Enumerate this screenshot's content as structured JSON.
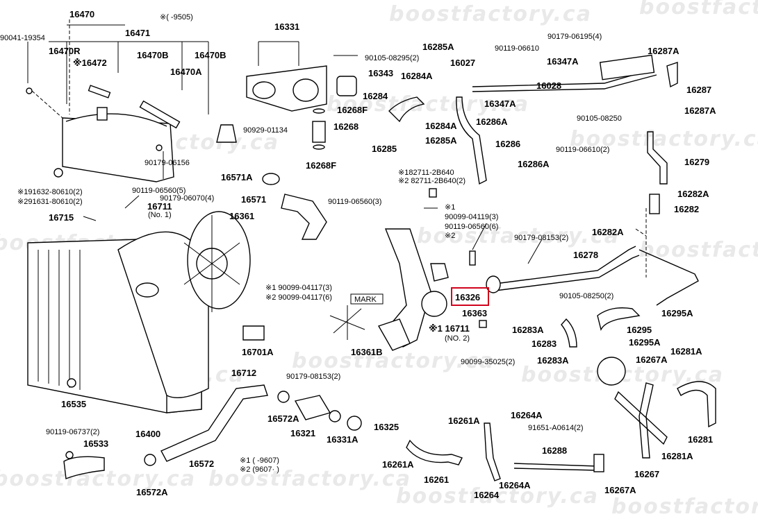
{
  "watermark": "boostfactory.ca",
  "highlight_color": "#d0021b",
  "highlighted_part": "16326",
  "labels": {
    "l16470": "16470",
    "l90041": "90041-19354",
    "l16471": "16471",
    "l16470R": "16470R",
    "l16472": "※16472",
    "l16470B_1": "16470B",
    "l16470B_2": "16470B",
    "l16470A": "16470A",
    "lNote9505": "※(   -9505)",
    "l90179_06156": "90179-06156",
    "lNote1_91632": "※191632-80610(2)",
    "lNote2_91631": "※291631-80610(2)",
    "l16715": "16715",
    "l16331": "16331",
    "l90105_08295": "90105-08295(2)",
    "l16343": "16343",
    "l16268F_top": "16268F",
    "l16268": "16268",
    "l16268F_bot": "16268F",
    "l90929": "90929-01134",
    "l16571A": "16571A",
    "l16571": "16571",
    "l90119_06560_5": "90119-06560(5)",
    "l90179_06070": "90179-06070(4)",
    "l16711": "16711",
    "lNo1": "(No. 1)",
    "l16361": "16361",
    "l90119_06560_3": "90119-06560(3)",
    "l16285A_top": "16285A",
    "l16284A_top": "16284A",
    "l16027": "16027",
    "l16284": "16284",
    "l16347A_mid": "16347A",
    "l16284A_bot": "16284A",
    "l16285A_bot": "16285A",
    "l16285": "16285",
    "l16286A_top": "16286A",
    "l16286": "16286",
    "l16286A_bot": "16286A",
    "l90119_06610_top": "90119-06610",
    "l90179_06195": "90179-06195(4)",
    "l16347A_top": "16347A",
    "l16028": "16028",
    "l16287A_top": "16287A",
    "l16287": "16287",
    "l16287A_bot": "16287A",
    "l90105_08250_top": "90105-08250",
    "l90119_06610_2": "90119-06610(2)",
    "l16279": "16279",
    "l16282A_top": "16282A",
    "l16282": "16282",
    "l16282A_bot": "16282A",
    "lNote1_82711": "※182711-2B640",
    "lNote2_82711": "※2 82711-2B640(2)",
    "lNote1_sub": "※1",
    "l90099_04119": "90099-04119(3)",
    "l90119_06560_6": "90119-06560(6)",
    "lNote2_sub": "※2",
    "l90179_08153_top": "90179-08153(2)",
    "l16278": "16278",
    "l90105_08250_2": "90105-08250(2)",
    "l16326": "16326",
    "l16363": "16363",
    "lNote1_04117": "※1 90099-04117(3)",
    "lNote2_04117": "※2 90099-04117(6)",
    "lMark": "MARK",
    "l16711_no2a": "※1 16711",
    "l16711_no2b": "(NO. 2)",
    "l16361B": "16361B",
    "l90099_35025": "90099-35025(2)",
    "l16283A_top": "16283A",
    "l16295": "16295",
    "l16295A_top": "16295A",
    "l16283": "16283",
    "l16295A_bot": "16295A",
    "l16283A_bot": "16283A",
    "l16267A_top": "16267A",
    "l16281A_top": "16281A",
    "l16701A": "16701A",
    "l16712": "16712",
    "l16535": "16535",
    "l16400": "16400",
    "l90119_06737": "90119-06737(2)",
    "l16533": "16533",
    "l90179_08153_bot": "90179-08153(2)",
    "l16572A_mid": "16572A",
    "l16321": "16321",
    "l16331A": "16331A",
    "l16325": "16325",
    "l16572": "16572",
    "l16572A_bot": "16572A",
    "lNote1_9607": "※1 (       -9607)",
    "lNote2_9607": "※2 (9607·       )",
    "l16261A_top": "16261A",
    "l16264A_top": "16264A",
    "l91651": "91651-A0614(2)",
    "l16261A_bot": "16261A",
    "l16261": "16261",
    "l16288": "16288",
    "l16264": "16264",
    "l16264A_bot": "16264A",
    "l16267": "16267",
    "l16267A_bot": "16267A",
    "l16281": "16281",
    "l16281A_bot": "16281A"
  }
}
